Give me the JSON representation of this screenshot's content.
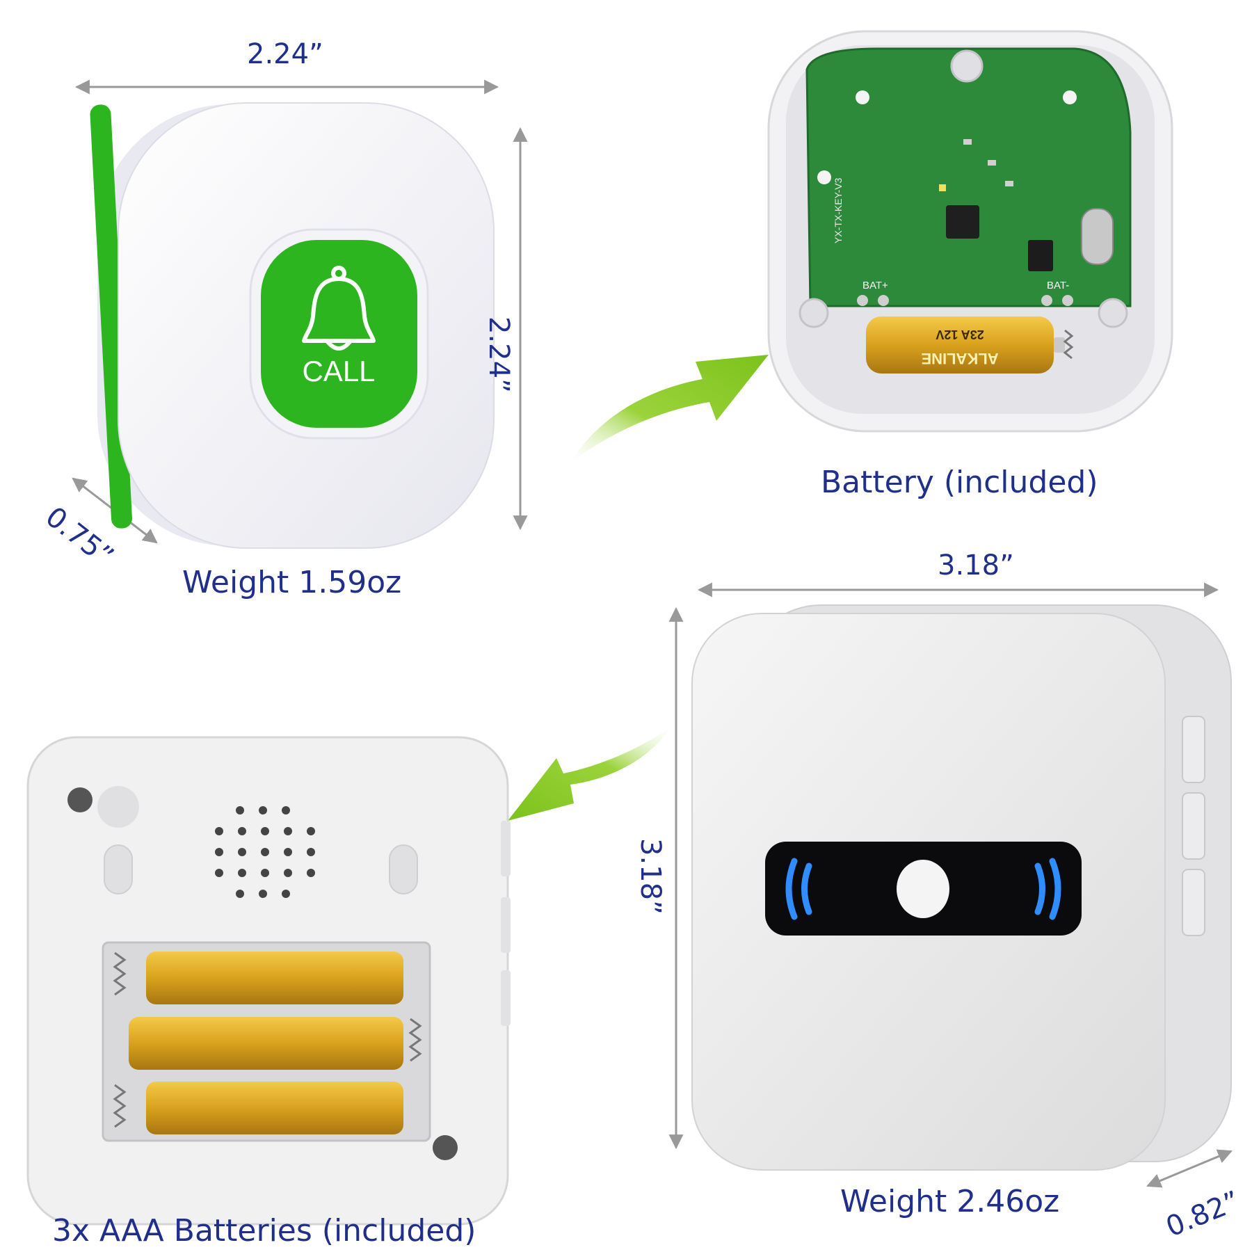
{
  "call_button": {
    "width": "2.24”",
    "height": "2.24”",
    "depth": "0.75”",
    "weight": "Weight 1.59oz",
    "button_label": "CALL",
    "icon": "bell-icon",
    "accent_color": "#2db51f"
  },
  "transmitter_battery": {
    "caption": "Battery (included)",
    "pcb_label": "YX-TX-KEY-V3",
    "battery_print": "23A 12V",
    "battery_brand": "ALKALINE"
  },
  "receiver": {
    "width": "3.18”",
    "height": "3.18”",
    "depth": "0.82”",
    "weight": "Weight 2.46oz",
    "light_color": "#2f8dff"
  },
  "receiver_back": {
    "caption": "3x AAA Batteries (included)"
  },
  "colors": {
    "text": "#1f2f8a",
    "arrow": "#8ccf2a",
    "dimension_line": "#9a9a9a"
  }
}
